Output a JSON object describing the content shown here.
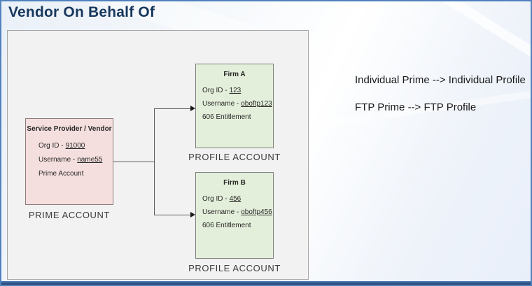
{
  "title": "Vendor On Behalf Of",
  "colors": {
    "title_text": "#17375d",
    "window_border": "#4f81bd",
    "bottom_bar": "#1f3864",
    "canvas_bg": "#f2f2f2",
    "canvas_border": "#a6a6a6",
    "prime_box_bg": "#f4dfde",
    "prime_box_border": "#8f7c7b",
    "profile_box_bg": "#e4efdb",
    "profile_box_border": "#7f7f7f",
    "connector": "#595959"
  },
  "diagram": {
    "prime": {
      "header": "Service Provider / Vendor",
      "org_label": "Org ID -",
      "org_value": "91000",
      "user_label": "Username -",
      "user_value": "name55",
      "line3": "Prime Account",
      "caption": "PRIME ACCOUNT"
    },
    "profiles": [
      {
        "header": "Firm A",
        "org_label": "Org ID -",
        "org_value": "123",
        "user_label": "Username -",
        "user_value": "oboftp123",
        "line3": "606 Entitlement",
        "caption": "PROFILE ACCOUNT"
      },
      {
        "header": "Firm B",
        "org_label": "Org ID -",
        "org_value": "456",
        "user_label": "Username -",
        "user_value": "oboftp456",
        "line3": "606 Entitlement",
        "caption": "PROFILE ACCOUNT"
      }
    ]
  },
  "notes": [
    "Individual Prime --> Individual Profile",
    "FTP Prime --> FTP Profile"
  ]
}
